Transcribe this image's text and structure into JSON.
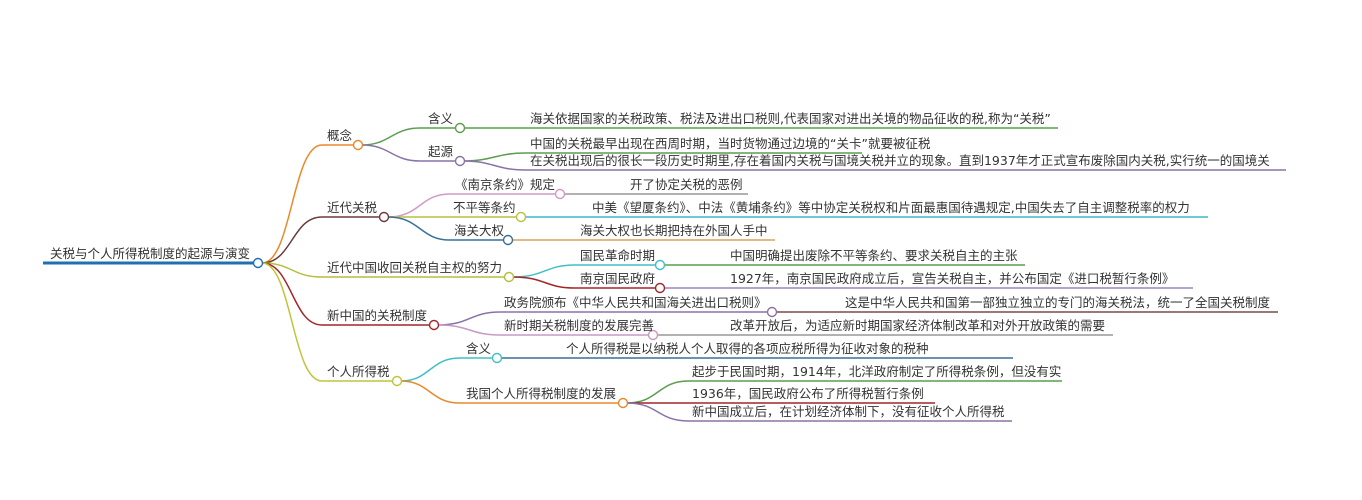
{
  "root": {
    "label": "关税与个人所得税制度的起源与演变",
    "color": "#1f6fb5"
  },
  "branches": [
    {
      "label": "概念",
      "children": [
        {
          "label": "含义",
          "leaves": [
            "海关依据国家的关税政策、税法及进出口税则,代表国家对进出关境的物品征收的税,称为“关税”"
          ]
        },
        {
          "label": "起源",
          "leaves": [
            "中国的关税最早出现在西周时期，当时货物通过边境的“关卡”就要被征税",
            "在关税出现后的很长一段历史时期里,存在着国内关税与国境关税并立的现象。直到1937年才正式宣布废除国内关税,实行统一的国境关"
          ]
        }
      ]
    },
    {
      "label": "近代关税",
      "children": [
        {
          "label": "《南京条约》规定",
          "leaves": [
            "开了协定关税的恶例"
          ]
        },
        {
          "label": "不平等条约",
          "leaves": [
            "中美《望厦条约》、中法《黄埔条约》等中协定关税权和片面最惠国待遇规定,中国失去了自主调整税率的权力"
          ]
        },
        {
          "label": "海关大权",
          "leaves": [
            "海关大权也长期把持在外国人手中"
          ]
        }
      ]
    },
    {
      "label": "近代中国收回关税自主权的努力",
      "children": [
        {
          "label": "国民革命时期",
          "leaves": [
            "中国明确提出废除不平等条约、要求关税自主的主张"
          ]
        },
        {
          "label": "南京国民政府",
          "leaves": [
            "1927年，南京国民政府成立后，宣告关税自主，并公布国定《进口税暂行条例》"
          ]
        }
      ]
    },
    {
      "label": "新中国的关税制度",
      "children": [
        {
          "label": "政务院颁布《中华人民共和国海关进出口税则》",
          "leaves": [
            "这是中华人民共和国第一部独立独立的专门的海关税法，统一了全国关税制度"
          ]
        },
        {
          "label": "新时期关税制度的发展完善",
          "leaves": [
            "改革开放后，为适应新时期国家经济体制改革和对外开放政策的需要"
          ]
        }
      ]
    },
    {
      "label": "个人所得税",
      "children": [
        {
          "label": "含义",
          "leaves": [
            "个人所得税是以纳税人个人取得的各项应税所得为征收对象的税种"
          ]
        },
        {
          "label": "我国个人所得税制度的发展",
          "leaves": [
            "起步于民国时期，1914年，北洋政府制定了所得税条例，但没有实",
            "1936年，国民政府公布了所得税暂行条例",
            "新中国成立后，在计划经济体制下，没有征收个人所得税"
          ]
        }
      ]
    }
  ]
}
